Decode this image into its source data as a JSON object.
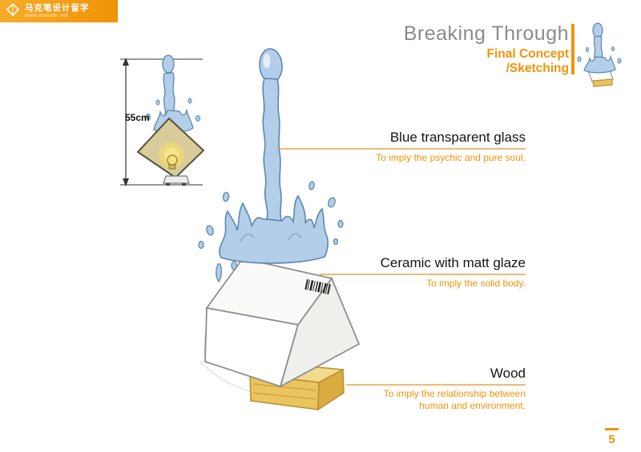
{
  "meta": {
    "page_number": "5"
  },
  "logo": {
    "brand": "马克笔设计留学",
    "website": "www.makebi.net"
  },
  "header": {
    "title": "Breaking Through",
    "subtitle_line1": "Final Concept",
    "subtitle_line2": "/Sketching"
  },
  "sketch": {
    "dimension_label": "55cm"
  },
  "annotations": [
    {
      "label": "Blue transparent glass",
      "note": "To imply the psychic and pure soul."
    },
    {
      "label": "Ceramic with matt glaze",
      "note": "To imply the solid body."
    },
    {
      "label": "Wood",
      "note": "To imply the relationship between human and environment."
    }
  ],
  "colors": {
    "accent_orange": "#f0940a",
    "title_gray": "#8b8b8b",
    "leader_line": "#dd9320",
    "splash_blue": "#b3cee8",
    "splash_outline": "#5e87ae",
    "wood_yellow": "#eac45f"
  }
}
